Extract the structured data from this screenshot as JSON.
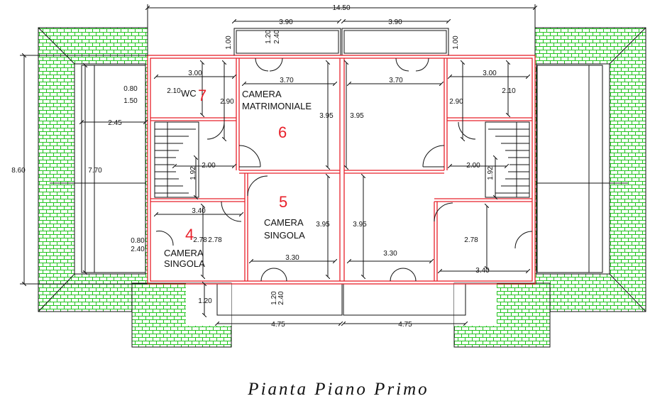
{
  "colors": {
    "wall": "#e8202a",
    "roof": "#22c41f",
    "line": "#111111"
  },
  "overall": {
    "width": "14.50",
    "depth": "8.60"
  },
  "balconies": {
    "top_left": "3.90",
    "top_right": "3.90",
    "bottom_left": "4.75",
    "bottom_right": "4.75",
    "offset_top_left": "1.00",
    "offset_top_right": "1.00",
    "offset_bottom": "1.20",
    "door_top": [
      "1.20",
      "2.40"
    ],
    "door_bottom": [
      "1.20",
      "2.40"
    ]
  },
  "terraces": {
    "depth": "7.70",
    "width": "2.45"
  },
  "windows": {
    "wc_window": [
      "0.80",
      "1.50"
    ],
    "single_window": [
      "0.80",
      "2.40"
    ]
  },
  "rooms": [
    {
      "number": "7",
      "label_lines": [
        "WC"
      ],
      "width": "3.00",
      "depth": "2.10"
    },
    {
      "number": "6",
      "label_lines": [
        "CAMERA",
        "MATRIMONIALE"
      ],
      "width": "3.70",
      "depth": "3.95"
    },
    {
      "number": "5",
      "label_lines": [
        "CAMERA",
        "SINGOLA"
      ],
      "width": "3.30",
      "depth": "3.95"
    },
    {
      "number": "4",
      "label_lines": [
        "CAMERA",
        "SINGOLA"
      ],
      "width": "3.40",
      "depth": "2.78"
    }
  ],
  "right_unit": {
    "wc": {
      "width": "3.00",
      "depth": "2.10"
    },
    "double": {
      "width": "3.70",
      "depth": "3.95"
    },
    "single_center": {
      "width": "3.30",
      "depth": "3.95"
    },
    "single_side": {
      "width": "3.40",
      "depth": "2.78"
    }
  },
  "hall": {
    "width_left": "2.00",
    "width_right": "2.00",
    "depth_left": "1.92",
    "depth_right": "1.92",
    "stair_depth": "2.90",
    "stair_depth_right": "2.90",
    "hall_extra": "2.78"
  },
  "caption": "Pianta  Piano  Primo"
}
